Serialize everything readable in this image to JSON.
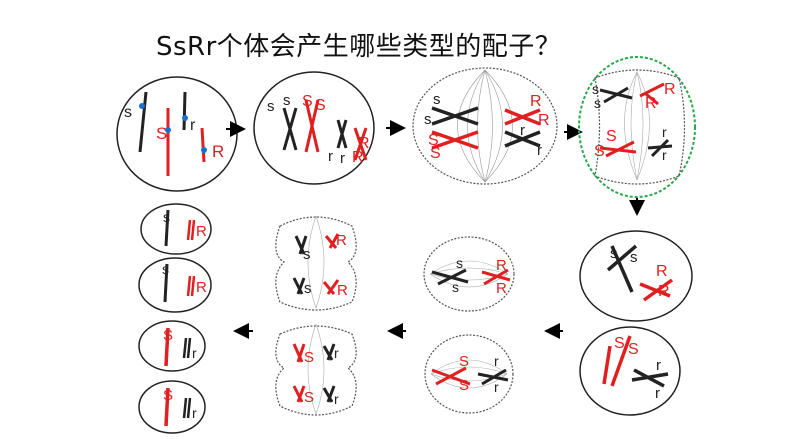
{
  "title": "SsRr个体会产生哪些类型的配子？",
  "colors": {
    "dominant": "#e02020",
    "recessive": "#222222",
    "centromere": "#1a6fd1",
    "highlight": "#2aa84a"
  },
  "labels": {
    "S": "S",
    "s": "s",
    "R": "R",
    "r": "r"
  },
  "arrow_glyph": "→"
}
